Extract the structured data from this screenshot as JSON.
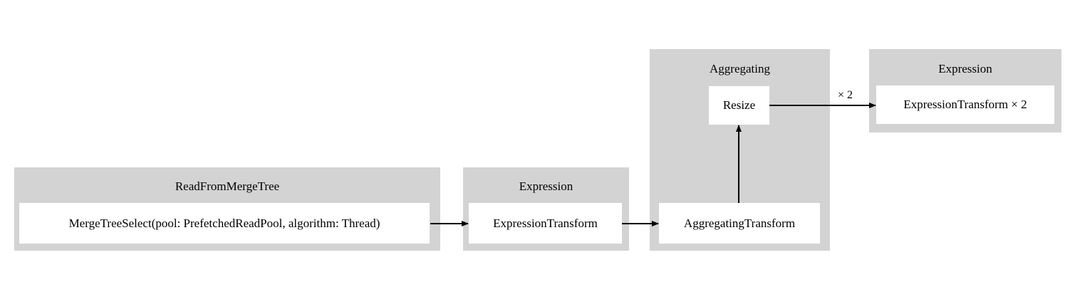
{
  "diagram": {
    "type": "query-pipeline-graph",
    "background_color": "#ffffff",
    "cluster_color": "#d3d3d3",
    "node_color": "#ffffff",
    "edge_color": "#000000",
    "clusters": [
      {
        "id": "read_from_merge_tree",
        "title": "ReadFromMergeTree",
        "nodes": [
          {
            "id": "merge_tree_select",
            "label": "MergeTreeSelect(pool: PrefetchedReadPool, algorithm: Thread)"
          }
        ]
      },
      {
        "id": "expression_1",
        "title": "Expression",
        "nodes": [
          {
            "id": "expression_transform",
            "label": "ExpressionTransform"
          }
        ]
      },
      {
        "id": "aggregating",
        "title": "Aggregating",
        "nodes": [
          {
            "id": "resize",
            "label": "Resize"
          },
          {
            "id": "aggregating_transform",
            "label": "AggregatingTransform"
          }
        ]
      },
      {
        "id": "expression_2",
        "title": "Expression",
        "nodes": [
          {
            "id": "expression_transform_x2",
            "label": "ExpressionTransform × 2"
          }
        ]
      }
    ],
    "edges": [
      {
        "id": "edge-merge-to-expression",
        "from": "merge_tree_select",
        "to": "expression_transform",
        "label": ""
      },
      {
        "id": "edge-expression-to-aggregating",
        "from": "expression_transform",
        "to": "aggregating_transform",
        "label": ""
      },
      {
        "id": "edge-aggregating-to-resize",
        "from": "aggregating_transform",
        "to": "resize",
        "label": ""
      },
      {
        "id": "edge-resize-to-expression2",
        "from": "resize",
        "to": "expression_transform_x2",
        "label": "× 2"
      }
    ]
  }
}
